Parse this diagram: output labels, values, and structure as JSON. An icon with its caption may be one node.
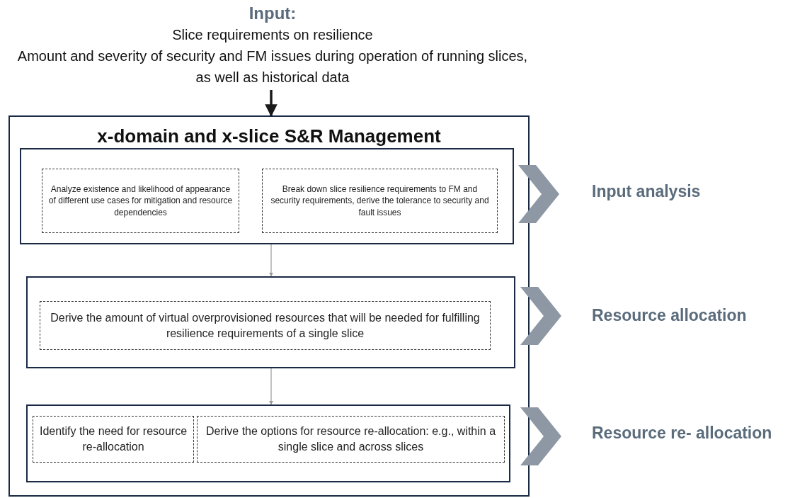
{
  "diagram": {
    "nodes": [
      {
        "text": [
          "Input:",
          "Slice requirements on resilience",
          "Amount and severity of security and FM issues during operation of running slices, as well as historical data"
        ]
      },
      {
        "text": [
          "x-domain and x-slice S&R Management"
        ]
      },
      {
        "text": [],
        "shape": "box",
        "in": 1
      },
      {
        "text": [
          "Analyze existence and likelihood of appearance of different use cases for mitigation and resource dependencies"
        ],
        "in": 2
      },
      {
        "text": [
          "Break down slice resilience requirements to FM and security requirements, derive the tolerance to security and fault issues"
        ],
        "in": 2
      },
      {
        "text": [],
        "shape": "box",
        "in": 1
      },
      {
        "text": [
          "Derive the amount of virtual overprovisioned resources that will be needed for fulfilling resilience requirements of a single slice"
        ],
        "in": 5
      },
      {
        "text": [],
        "shape": "box",
        "in": 1
      },
      {
        "text": [
          "Identify the need for resource re-allocation"
        ],
        "in": 7
      },
      {
        "text": [
          "Derive the options for resource re-allocation: e.g., within a single slice and across slices"
        ],
        "in": 7
      }
    ],
    "edges": [
      {
        "from": 0,
        "to": 1,
        "arrow": "to",
        "style": "thick",
        "color": "#1a1a1a"
      },
      {
        "from": 2,
        "to": 5,
        "arrow": "to"
      },
      {
        "from": 5,
        "to": 7,
        "arrow": "to"
      }
    ],
    "labels": [
      "Input analysis",
      "Resource allocation",
      "Resource re- allocation"
    ]
  }
}
